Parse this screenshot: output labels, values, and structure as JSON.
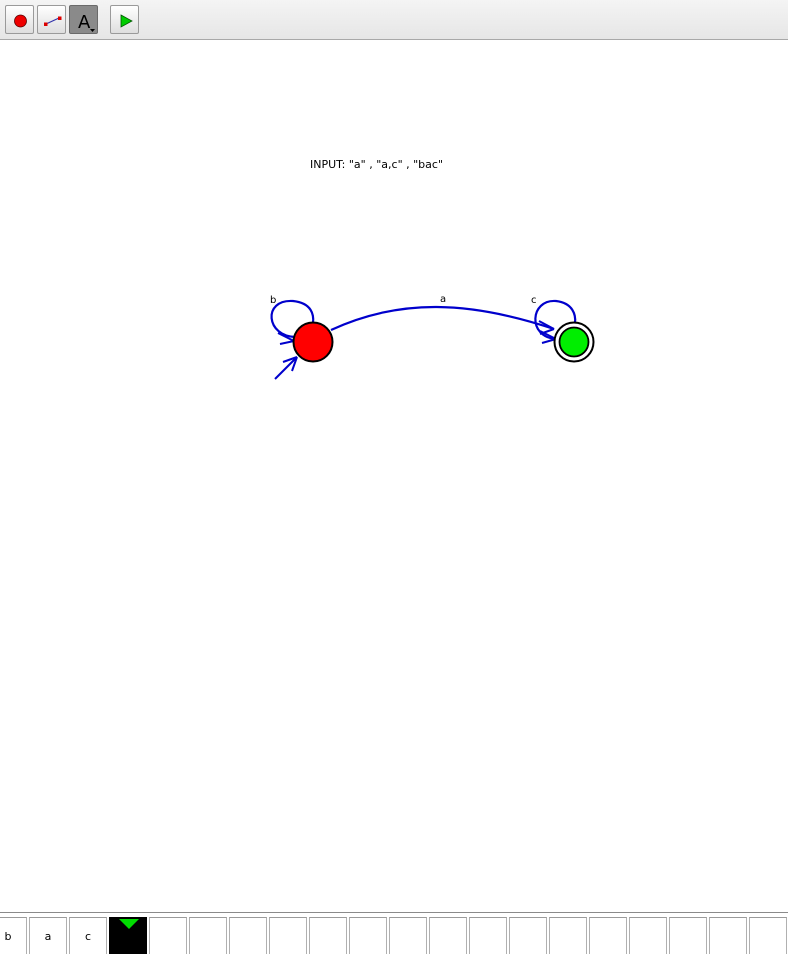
{
  "toolbar": {
    "tools": [
      {
        "name": "state-tool",
        "icon": "red-circle-icon"
      },
      {
        "name": "transition-tool",
        "icon": "edge-icon"
      },
      {
        "name": "label-tool",
        "icon": "text-a-icon",
        "glyph": "A"
      },
      {
        "name": "run-tool",
        "icon": "green-play-icon"
      }
    ]
  },
  "canvas": {
    "input_label": "INPUT: \"a\" , \"a,c\" , \"bac\"",
    "states": [
      {
        "id": "start",
        "color": "#ff0000",
        "initial": true,
        "final": false
      },
      {
        "id": "accept",
        "color": "#00ee00",
        "initial": false,
        "final": true
      }
    ],
    "transitions": [
      {
        "from": "start",
        "to": "start",
        "label": "b"
      },
      {
        "from": "start",
        "to": "accept",
        "label": "a"
      },
      {
        "from": "accept",
        "to": "accept",
        "label": "c"
      }
    ],
    "edge_color": "#0000cc"
  },
  "tape": {
    "cells": [
      "b",
      "a",
      "c",
      "",
      "",
      "",
      "",
      "",
      "",
      "",
      "",
      "",
      "",
      "",
      "",
      "",
      "",
      "",
      "",
      ""
    ],
    "head_index": 3,
    "head_color": "#00dd00"
  }
}
